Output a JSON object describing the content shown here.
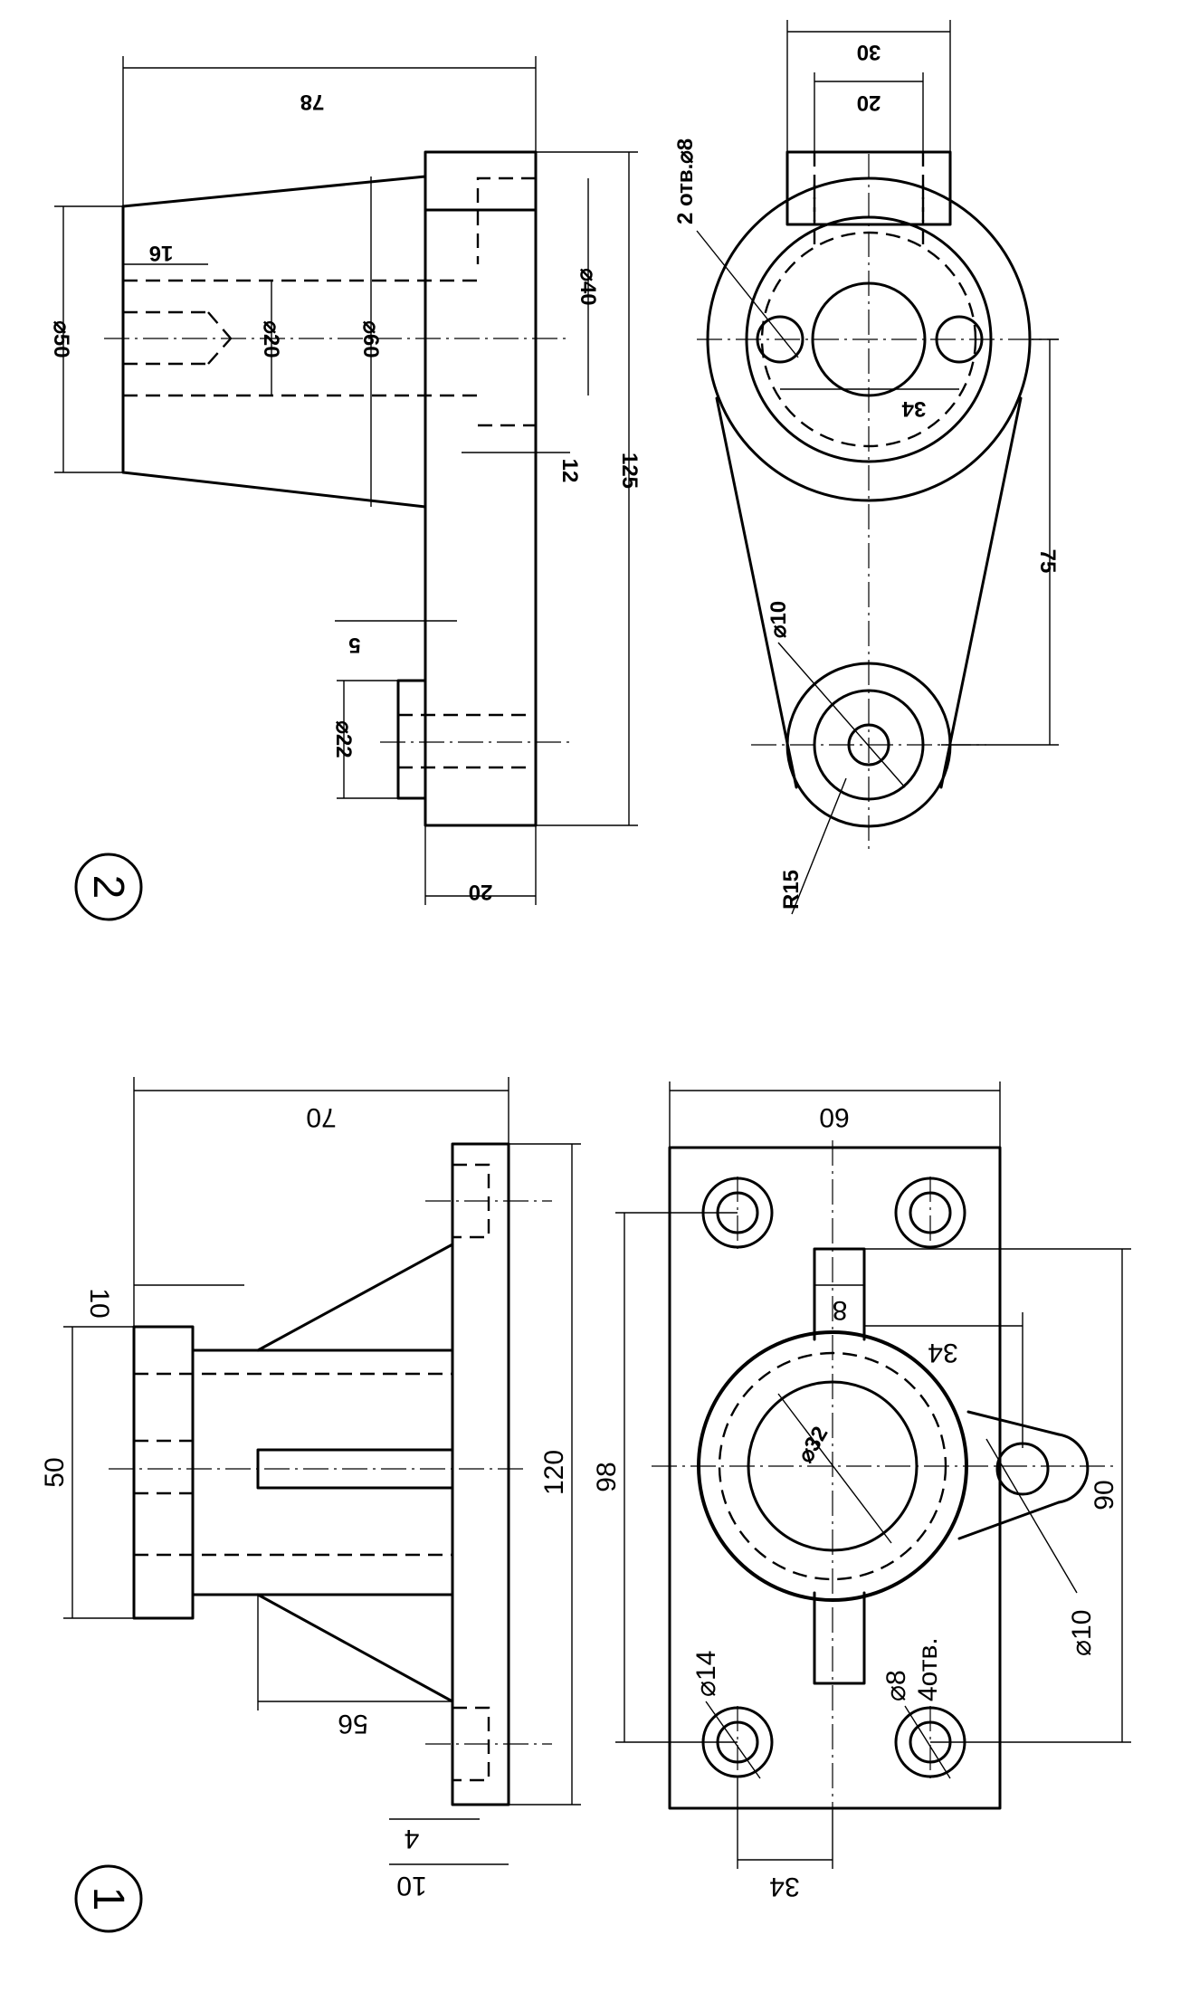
{
  "figure_labels": {
    "fig1": "1",
    "fig2": "2"
  },
  "fig1": {
    "top": {
      "d70": "70",
      "d10": "10",
      "d50": "50",
      "d120": "120",
      "d56": "56",
      "d4": "4",
      "d10b": "10"
    },
    "bottom": {
      "d60": "60",
      "d98": "98",
      "d8": "8",
      "d34a": "34",
      "d90": "90",
      "d32": "⌀32",
      "d14": "⌀14",
      "d8b": "⌀8",
      "holes": "4отв.",
      "d10": "⌀10",
      "d34b": "34"
    }
  },
  "fig2": {
    "top": {
      "d78": "78",
      "d50": "⌀50",
      "d16": "16",
      "d20": "⌀20",
      "d60": "⌀60",
      "d40": "⌀40",
      "d12": "12",
      "d125": "125",
      "d5": "5",
      "d22": "⌀22",
      "d20b": "20"
    },
    "bottom": {
      "d30": "30",
      "d20": "20",
      "holes": "2 отв.⌀8",
      "d34": "34",
      "d75": "75",
      "d10": "⌀10",
      "r15": "R15"
    }
  }
}
